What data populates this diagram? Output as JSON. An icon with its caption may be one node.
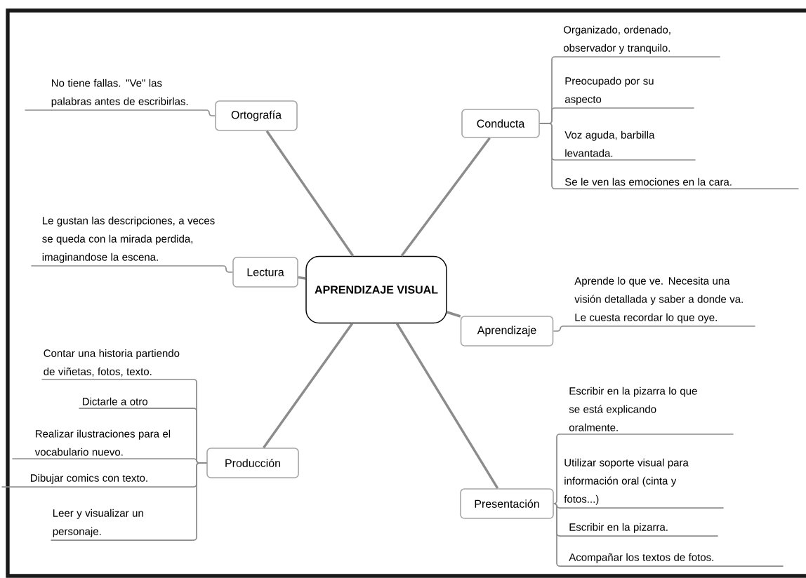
{
  "diagram": {
    "nodes": [
      {
        "text": [
          "APRENDIZAJE VISUAL"
        ]
      },
      {
        "text": [
          "Ortografía"
        ]
      },
      {
        "text": [
          "No tiene fallas. \"Ve\" las palabras antes de escribirlas."
        ]
      },
      {
        "text": [
          "Lectura"
        ]
      },
      {
        "text": [
          "Le gustan las descripciones, a veces se queda con la mirada perdida, imaginandose la escena."
        ]
      },
      {
        "text": [
          "Producción"
        ]
      },
      {
        "text": [
          "Contar una historia partiendo de viñetas, fotos, texto."
        ]
      },
      {
        "text": [
          "Dictarle a otro"
        ]
      },
      {
        "text": [
          "Realizar ilustraciones para el vocabulario nuevo."
        ]
      },
      {
        "text": [
          "Dibujar comics con texto."
        ]
      },
      {
        "text": [
          "Leer y visualizar un personaje."
        ]
      },
      {
        "text": [
          "Conducta"
        ]
      },
      {
        "text": [
          "Organizado, ordenado, observador y tranquilo."
        ]
      },
      {
        "text": [
          "Preocupado por su aspecto"
        ]
      },
      {
        "text": [
          "Voz aguda, barbilla levantada."
        ]
      },
      {
        "text": [
          "Se le ven las emociones en la cara."
        ]
      },
      {
        "text": [
          "Aprendizaje"
        ]
      },
      {
        "text": [
          "Aprende lo que ve. Necesita una visión detallada y saber a donde va. Le cuesta recordar lo que oye."
        ]
      },
      {
        "text": [
          "Presentación"
        ]
      },
      {
        "text": [
          "Escribir en la pizarra lo que se está explicando oralmente."
        ]
      },
      {
        "text": [
          "Utilizar soporte visual para información oral (cinta y fotos...)"
        ]
      },
      {
        "text": [
          "Escribir en la pizarra."
        ]
      },
      {
        "text": [
          "Acompañar los textos de fotos."
        ]
      }
    ],
    "edges": [
      {
        "from": 0,
        "to": 1,
        "arrow": "none",
        "style": "thick"
      },
      {
        "from": 1,
        "to": 2,
        "arrow": "none"
      },
      {
        "from": 0,
        "to": 3,
        "arrow": "none",
        "style": "thick"
      },
      {
        "from": 3,
        "to": 4,
        "arrow": "none"
      },
      {
        "from": 0,
        "to": 5,
        "arrow": "none",
        "style": "thick"
      },
      {
        "from": 5,
        "to": 6,
        "arrow": "none"
      },
      {
        "from": 5,
        "to": 7,
        "arrow": "none"
      },
      {
        "from": 5,
        "to": 8,
        "arrow": "none"
      },
      {
        "from": 5,
        "to": 9,
        "arrow": "none"
      },
      {
        "from": 5,
        "to": 10,
        "arrow": "none"
      },
      {
        "from": 0,
        "to": 11,
        "arrow": "none",
        "style": "thick"
      },
      {
        "from": 11,
        "to": 12,
        "arrow": "none"
      },
      {
        "from": 11,
        "to": 13,
        "arrow": "none"
      },
      {
        "from": 11,
        "to": 14,
        "arrow": "none"
      },
      {
        "from": 11,
        "to": 15,
        "arrow": "none"
      },
      {
        "from": 0,
        "to": 16,
        "arrow": "none",
        "style": "thick"
      },
      {
        "from": 16,
        "to": 17,
        "arrow": "none"
      },
      {
        "from": 0,
        "to": 18,
        "arrow": "none",
        "style": "thick"
      },
      {
        "from": 18,
        "to": 19,
        "arrow": "none"
      },
      {
        "from": 18,
        "to": 20,
        "arrow": "none"
      },
      {
        "from": 18,
        "to": 21,
        "arrow": "none"
      },
      {
        "from": 18,
        "to": 22,
        "arrow": "none"
      }
    ]
  }
}
